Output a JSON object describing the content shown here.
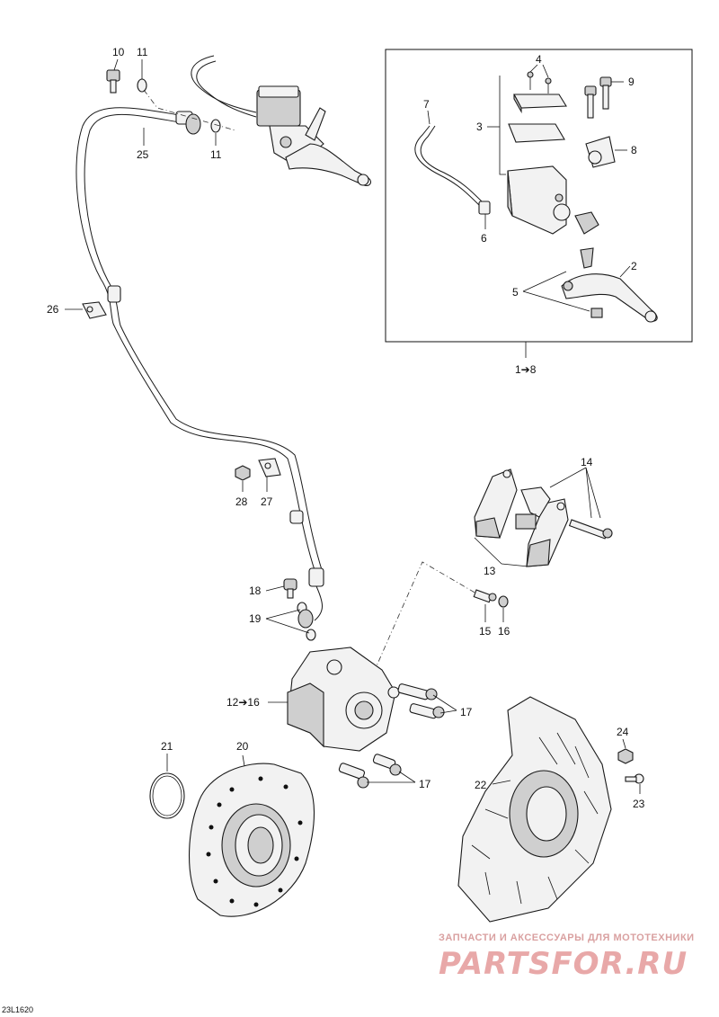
{
  "callouts": {
    "c10": "10",
    "c11a": "11",
    "c11b": "11",
    "c25": "25",
    "c26": "26",
    "c28": "28",
    "c27": "27",
    "c7": "7",
    "c3": "3",
    "c4": "4",
    "c9": "9",
    "c8": "8",
    "c6": "6",
    "c2": "2",
    "c5": "5",
    "c1to8": "1➔8",
    "c14": "14",
    "c13": "13",
    "c18": "18",
    "c19": "19",
    "c15": "15",
    "c16": "16",
    "c12to16": "12➔16",
    "c17a": "17",
    "c17b": "17",
    "c21": "21",
    "c20": "20",
    "c24": "24",
    "c22": "22",
    "c23": "23"
  },
  "watermark": {
    "top_line": "ЗАПЧАСТИ И АКСЕССУАРЫ ДЛЯ МОТОТЕХНИКИ",
    "logo": "PARTSFOR.RU"
  },
  "reference_code": "23L1620",
  "colors": {
    "line": "#111111",
    "watermark": "#e8a8a8"
  }
}
